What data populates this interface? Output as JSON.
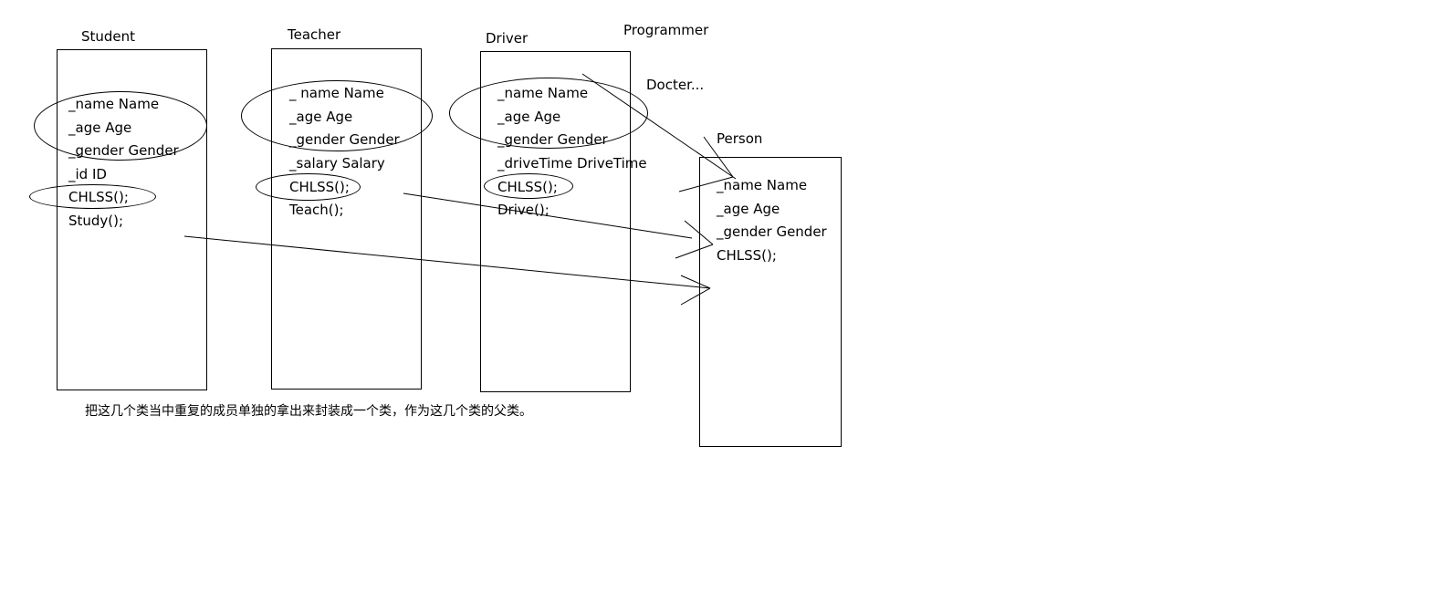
{
  "classes": {
    "student": {
      "title": "Student",
      "members": [
        "_name Name",
        "_age   Age",
        "_gender Gender",
        "_id  ID",
        "CHLSS();",
        "Study();"
      ]
    },
    "teacher": {
      "title": "Teacher",
      "members": [
        "_ name  Name",
        "_age  Age",
        "_gender Gender",
        "_salary Salary",
        "CHLSS();",
        "Teach();"
      ]
    },
    "driver": {
      "title": "Driver",
      "members": [
        "_name  Name",
        "_age  Age",
        "_gender Gender",
        "_driveTime DriveTime",
        "CHLSS();",
        "Drive();"
      ]
    },
    "person": {
      "title": "Person",
      "members": [
        "_name  Name",
        "_age Age",
        "_gender Gender",
        "CHLSS();"
      ]
    }
  },
  "extras": {
    "programmer": "Programmer",
    "docter": "Docter..."
  },
  "note": "把这几个类当中重复的成员单独的拿出来封装成一个类，作为这几个类的父类。"
}
